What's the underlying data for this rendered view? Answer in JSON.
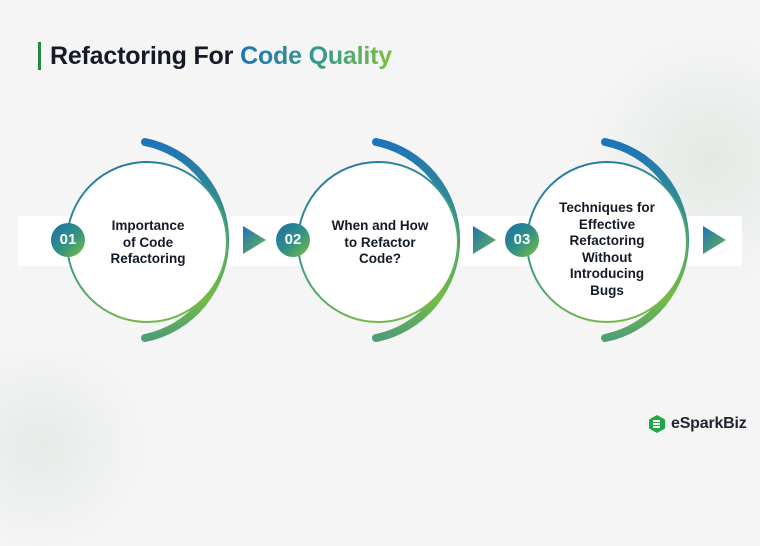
{
  "title": {
    "main": "Refactoring For",
    "accent": "Code Quality"
  },
  "colors": {
    "gradient_start": "#1e74b8",
    "gradient_end": "#7cbf3e",
    "title_bar": "#1f8a4c",
    "text_dark": "#141a26",
    "background": "#f5f5f5"
  },
  "steps": [
    {
      "number": "01",
      "lines": [
        "Importance",
        "of Code",
        "Refactoring"
      ]
    },
    {
      "number": "02",
      "lines": [
        "When and How",
        "to Refactor",
        "Code?"
      ]
    },
    {
      "number": "03",
      "lines": [
        "Techniques for",
        "Effective",
        "Refactoring",
        "Without",
        "Introducing",
        "Bugs"
      ]
    }
  ],
  "logo": {
    "text": "eSparkBiz",
    "icon": "esparkbiz-logo-icon"
  }
}
